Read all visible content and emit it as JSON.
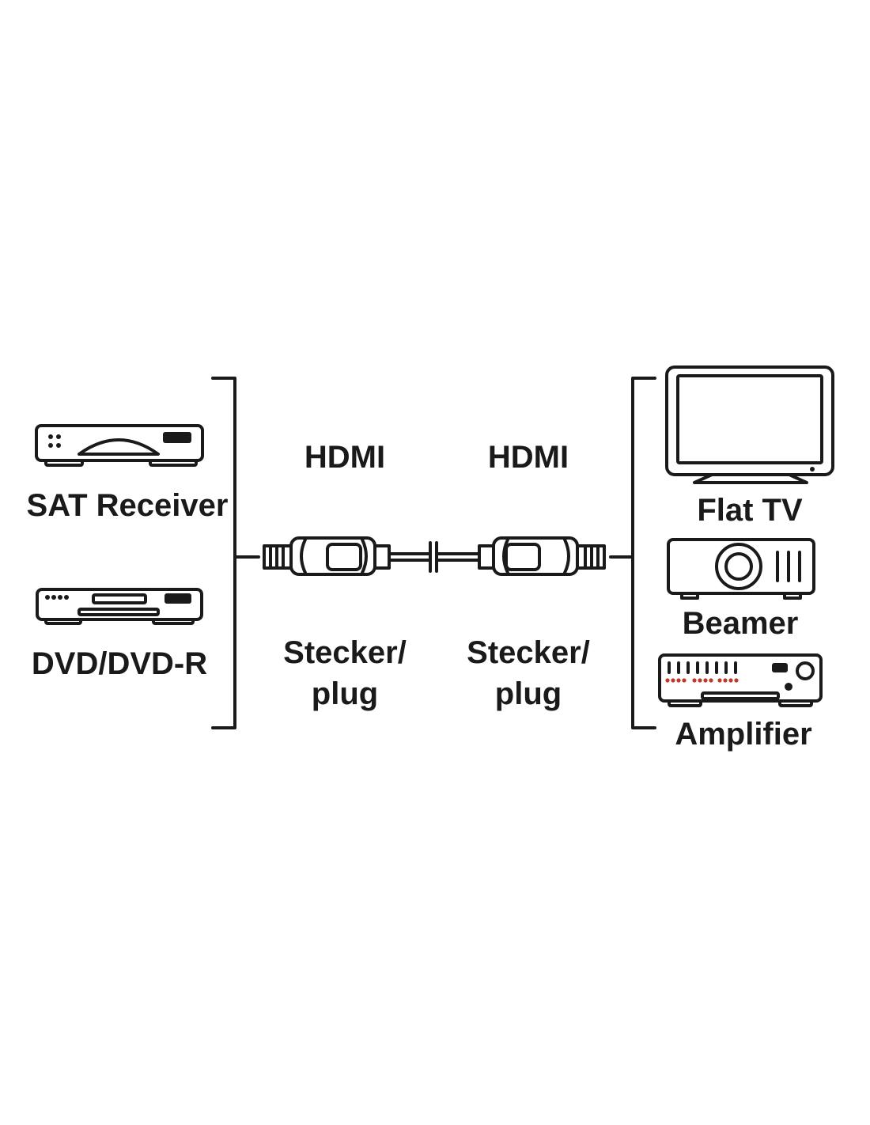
{
  "sources": {
    "sat_receiver_label": "SAT Receiver",
    "dvd_label": "DVD/DVD-R"
  },
  "connectors": {
    "left_type": "HDMI",
    "right_type": "HDMI",
    "left_caption_line1": "Stecker/",
    "left_caption_line2": "plug",
    "right_caption_line1": "Stecker/",
    "right_caption_line2": "plug"
  },
  "targets": {
    "flat_tv_label": "Flat TV",
    "beamer_label": "Beamer",
    "amplifier_label": "Amplifier"
  },
  "colors": {
    "ink": "#1a1a1a",
    "background": "#ffffff",
    "amplifier_led": "#c0392b"
  },
  "icons": [
    "sat-receiver-icon",
    "dvd-player-icon",
    "hdmi-plug-icon",
    "flat-tv-icon",
    "beamer-icon",
    "amplifier-icon"
  ]
}
